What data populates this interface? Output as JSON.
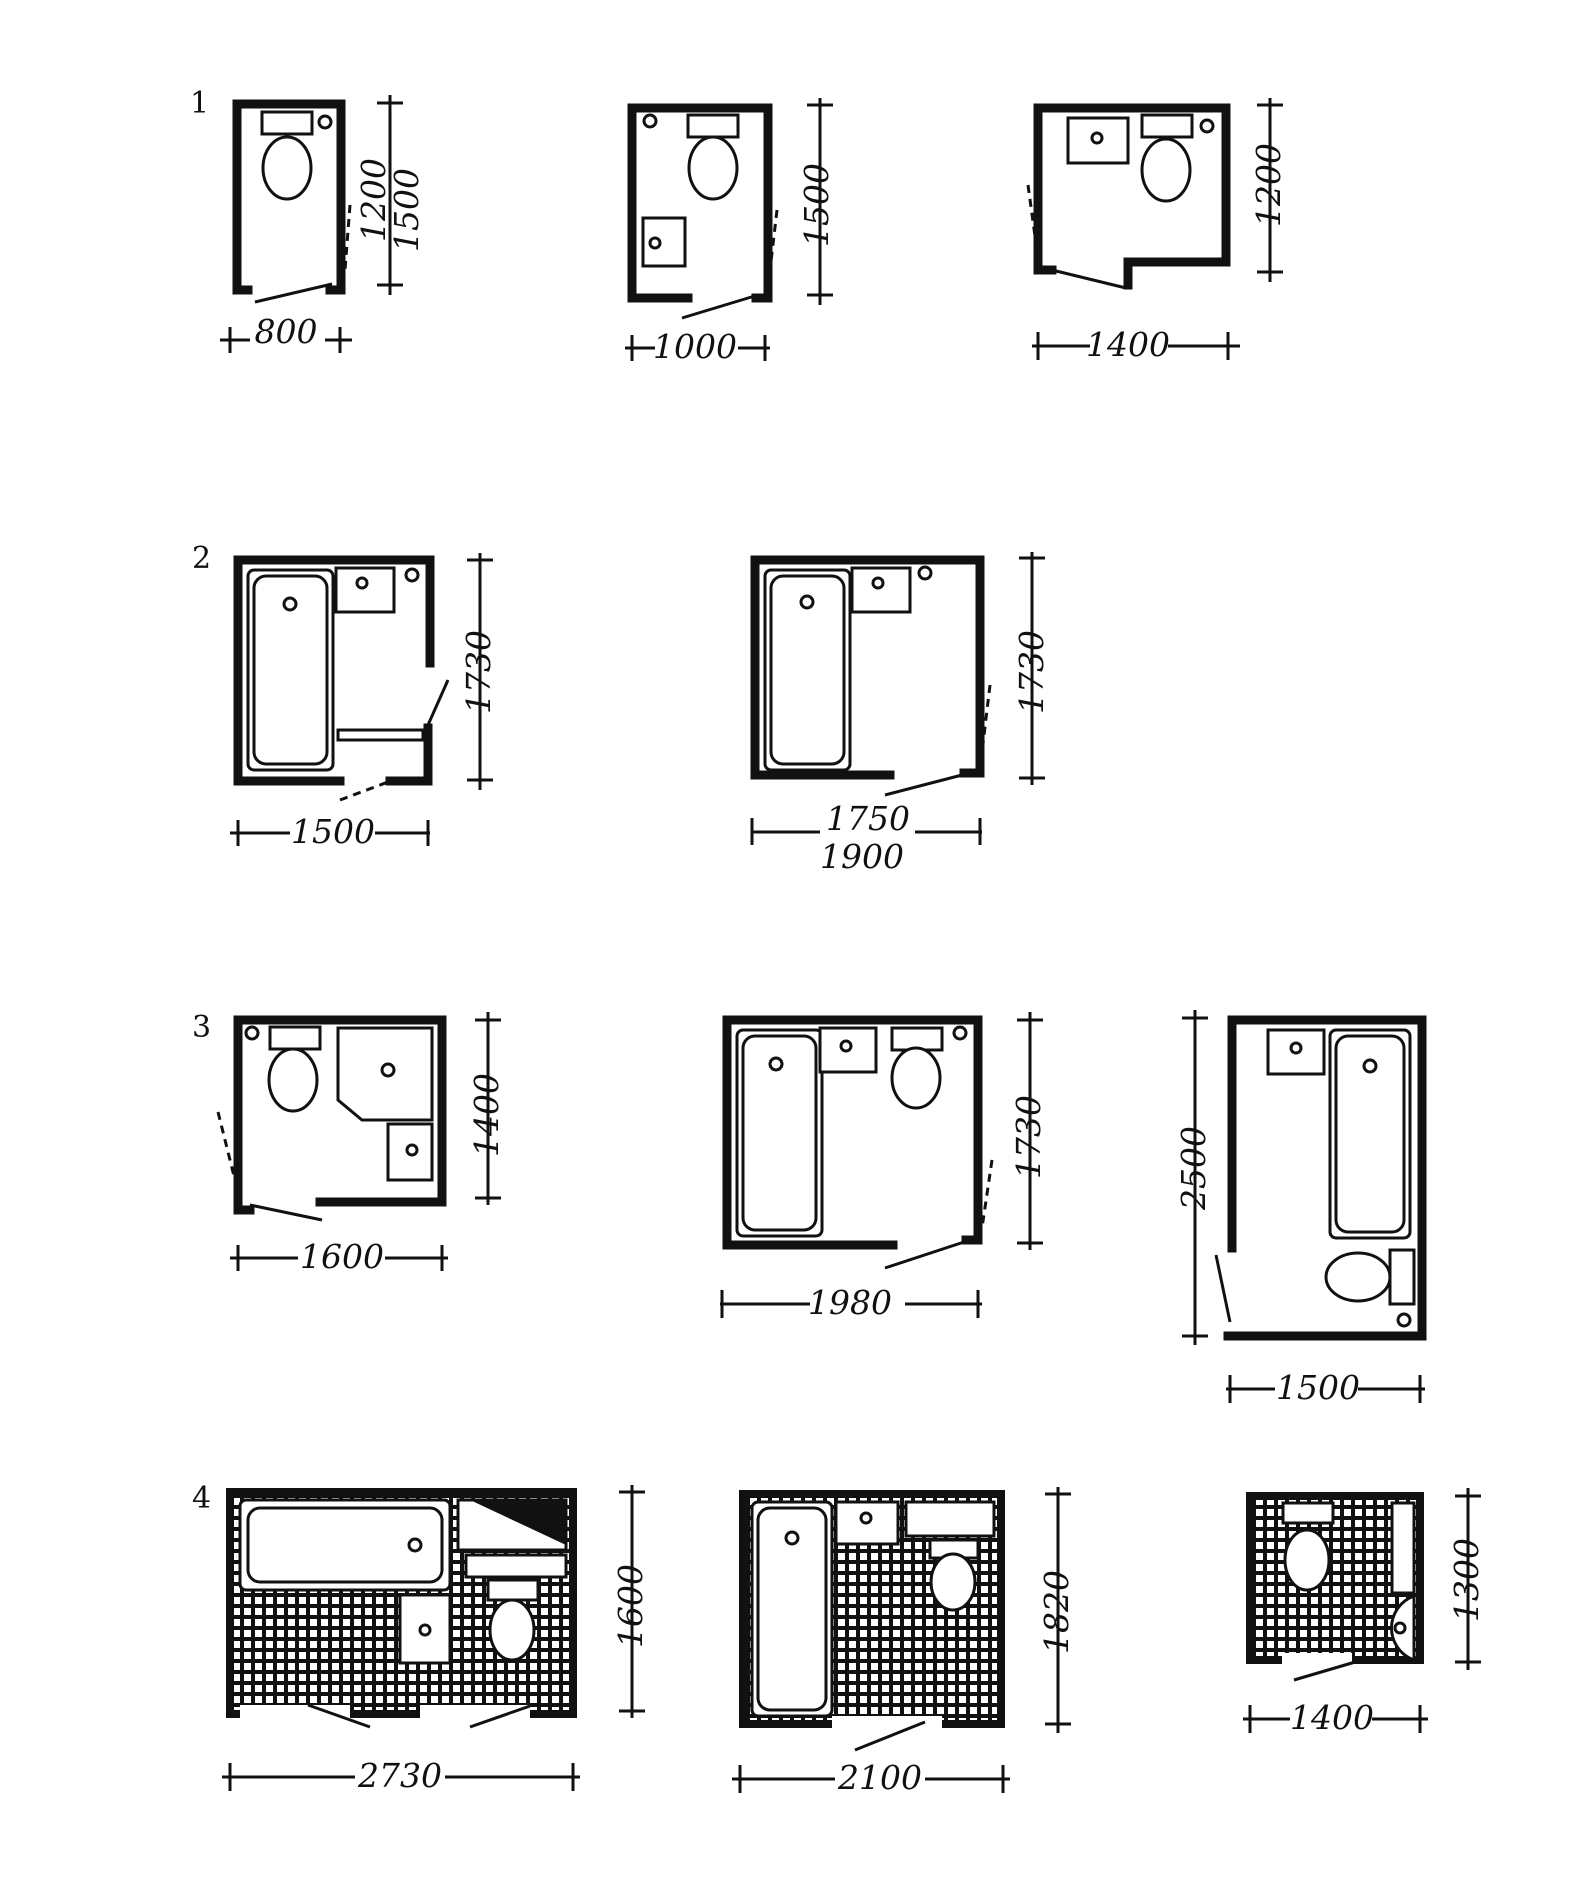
{
  "rows": [
    {
      "number": "1",
      "plans": [
        {
          "width": "800",
          "heights": [
            "1200",
            "1500"
          ]
        },
        {
          "width": "1000",
          "height": "1500"
        },
        {
          "width": "1400",
          "height": "1200"
        }
      ]
    },
    {
      "number": "2",
      "plans": [
        {
          "width": "1500",
          "height": "1730"
        },
        {
          "widths": [
            "1750",
            "1900"
          ],
          "height": "1730"
        }
      ]
    },
    {
      "number": "3",
      "plans": [
        {
          "width": "1600",
          "height": "1400"
        },
        {
          "width": "1980",
          "height": "1730"
        },
        {
          "width": "1500",
          "height": "2500"
        }
      ]
    },
    {
      "number": "4",
      "plans": [
        {
          "width": "2730",
          "height": "1600"
        },
        {
          "width": "2100",
          "height": "1820"
        },
        {
          "width": "1400",
          "height": "1300"
        }
      ]
    }
  ],
  "colors": {
    "ink": "#111111",
    "paper": "#ffffff"
  }
}
